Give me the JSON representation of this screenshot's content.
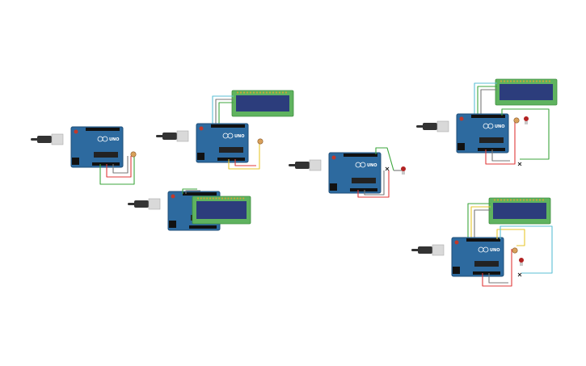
{
  "canvas": {
    "background": "#ffffff"
  },
  "colors": {
    "board": "#2d6a9f",
    "board_dark": "#1f4f7a",
    "header": "#111111",
    "usb": "#d9d9d9",
    "cable": "#333333",
    "lcd_frame": "#5fb35f",
    "lcd_screen": "#2c3d7c",
    "wire_red": "#e03a3a",
    "wire_green": "#3ca63c",
    "wire_yellow": "#e6c62e",
    "wire_cyan": "#5bbfd6",
    "wire_gray": "#777777",
    "led_red": "#b22222",
    "pot": "#d9a05a"
  },
  "boards": [
    {
      "id": "board-1",
      "label": "UNO",
      "has_lcd": false,
      "has_led": false,
      "has_pot": true
    },
    {
      "id": "board-2",
      "label": "UNO",
      "has_lcd": true,
      "has_led": false,
      "has_pot": true
    },
    {
      "id": "board-3",
      "label": "UNO",
      "has_lcd": true,
      "has_led": false,
      "has_pot": false
    },
    {
      "id": "board-4",
      "label": "UNO",
      "has_lcd": false,
      "has_led": true,
      "has_pot": false
    },
    {
      "id": "board-5",
      "label": "UNO",
      "has_lcd": true,
      "has_led": true,
      "has_pot": true
    },
    {
      "id": "board-6",
      "label": "UNO",
      "has_lcd": true,
      "has_led": true,
      "has_pot": true
    }
  ]
}
